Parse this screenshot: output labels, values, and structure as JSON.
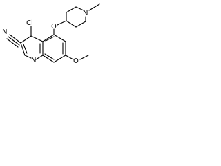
{
  "molecule": {
    "atom_labels": {
      "nitrile_n": "N",
      "chloro": "Cl",
      "ether_o": "O",
      "piperidine_n": "N",
      "ring_n": "N",
      "methoxy_o": "O"
    }
  },
  "colors": {
    "background": "#ffffff",
    "ink": "#000000"
  }
}
